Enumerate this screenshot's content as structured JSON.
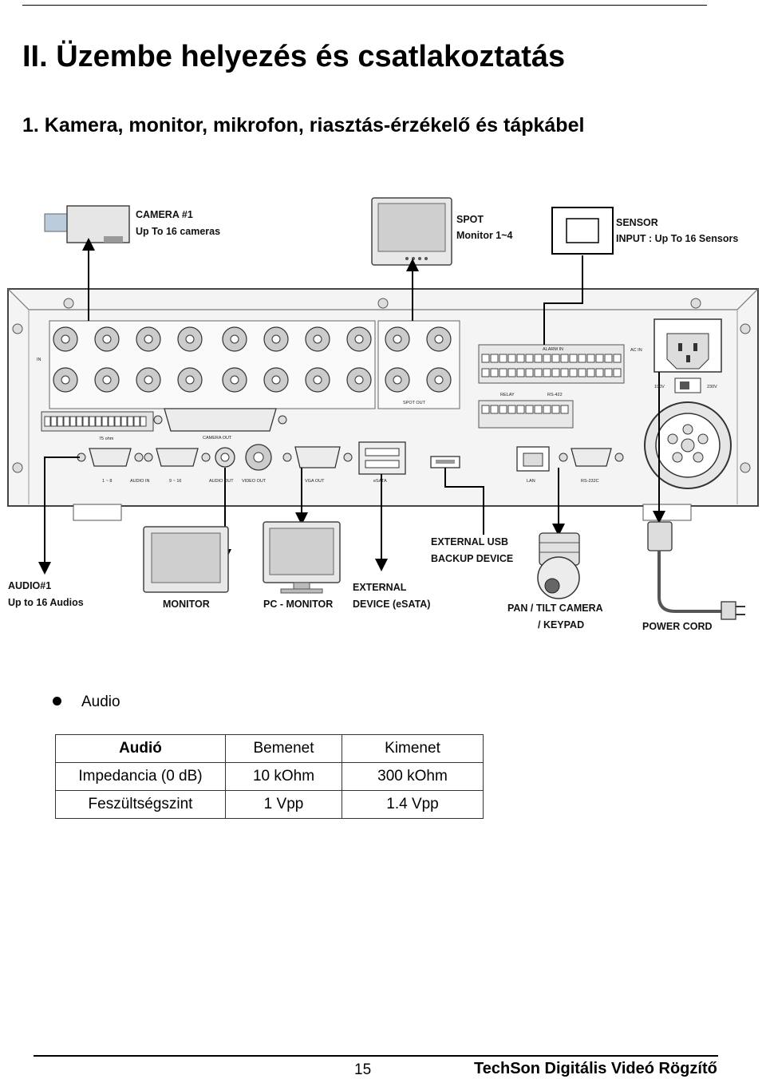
{
  "heading": "II. Üzembe helyezés és csatlakoztatás",
  "subheading": "1. Kamera, monitor, mikrofon, riasztás-érzékelő és tápkábel",
  "diagram": {
    "camera": {
      "line1": "CAMERA #1",
      "line2": "Up  To  16 cameras"
    },
    "spot": {
      "line1": "SPOT",
      "line2": "Monitor 1~4"
    },
    "sensor": {
      "line1": "SENSOR",
      "line2": "INPUT :  Up  To  16 Sensors"
    },
    "audio": {
      "line1": "AUDIO#1",
      "line2": "Up  to  16 Audios"
    },
    "monitor": "MONITOR",
    "pc_monitor": "PC - MONITOR",
    "external_device": {
      "line1": "EXTERNAL",
      "line2": "DEVICE (eSATA)"
    },
    "usb_backup": {
      "line1": "EXTERNAL  USB",
      "line2": "BACKUP  DEVICE"
    },
    "ptz": {
      "line1": "PAN  / TILT CAMERA",
      "line2": "/ KEYPAD"
    },
    "power_cord": "POWER CORD",
    "panel": {
      "in": "IN",
      "spot_out": "SPOT OUT",
      "alarm_in": "ALARM IN",
      "relay": "RELAY",
      "rs422": "RS-422",
      "ac_in": "AC IN",
      "v100": "100V",
      "v230": "230V",
      "ohm75": "75 ohm",
      "camera_out": "CAMERA OUT",
      "audio_in_1_8": "1 ~ 8",
      "audio_in": "AUDIO IN",
      "audio_in_9_16": "9 ~ 16",
      "audio_out": "AUDIO OUT",
      "video_out": "VIDEO OUT",
      "vga_out": "VGA OUT",
      "esata": "eSATA",
      "lan": "LAN",
      "rs232c": "RS-232C"
    }
  },
  "audio_section": {
    "bullet": "Audio",
    "table": {
      "headers": [
        "Audió",
        "Bemenet",
        "Kimenet"
      ],
      "rows": [
        [
          "Impedancia (0 dB)",
          "10 kOhm",
          "300 kOhm"
        ],
        [
          "Feszültségszint",
          "1 Vpp",
          "1.4 Vpp"
        ]
      ]
    }
  },
  "footer": {
    "page": "15",
    "title": "TechSon Digitális Videó Rögzítő"
  }
}
